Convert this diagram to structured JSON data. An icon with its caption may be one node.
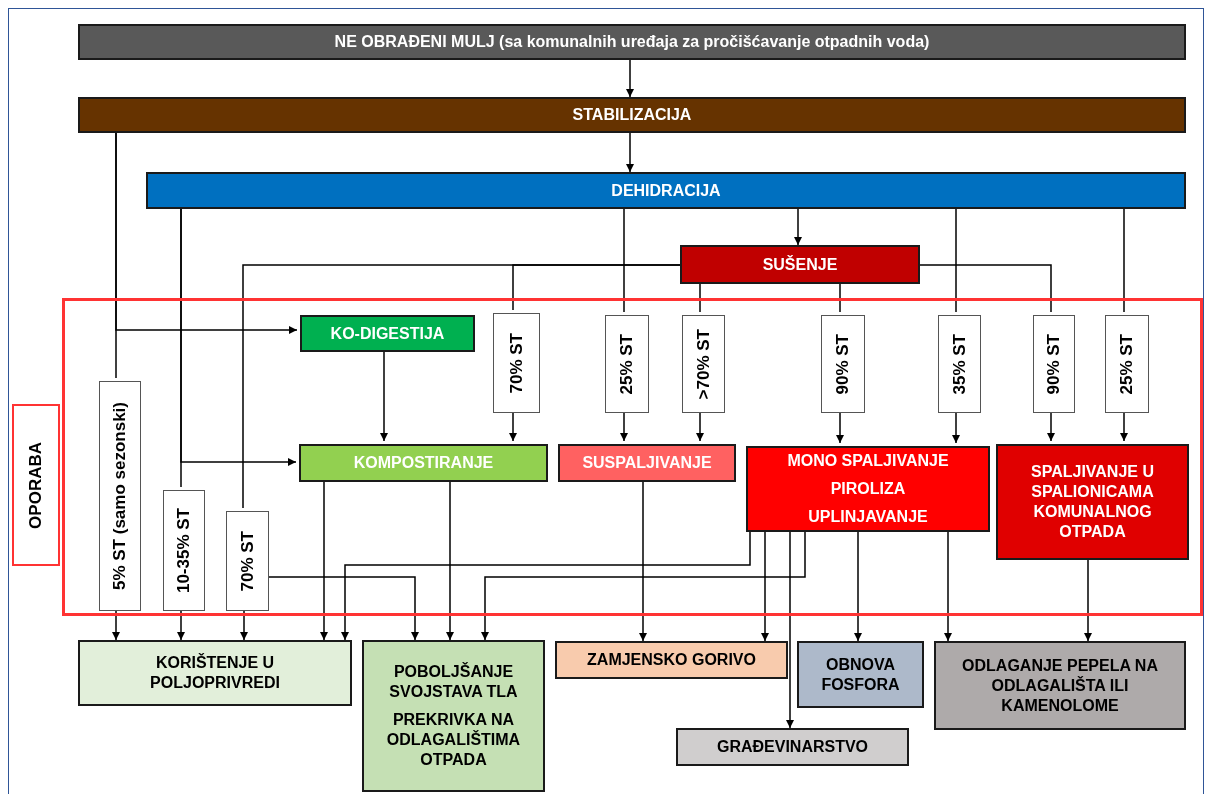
{
  "diagram": {
    "nodes": [
      {
        "text": [
          "NE OBRAĐENI MULJ (sa komunalnih uređaja za pročišćavanje otpadnih voda)"
        ]
      },
      {
        "text": [
          "STABILIZACIJA"
        ]
      },
      {
        "text": [
          "DEHIDRACIJA"
        ]
      },
      {
        "text": [
          "SUŠENJE"
        ]
      },
      {
        "text": [
          "OPORABA"
        ]
      },
      {
        "text": [],
        "shape": "box"
      },
      {
        "text": [
          "KO-DIGESTIJA"
        ],
        "in": 5
      },
      {
        "text": [
          "5% ST (samo sezonski)"
        ],
        "in": 5
      },
      {
        "text": [
          "10-35% ST"
        ],
        "in": 5
      },
      {
        "text": [
          "70% ST"
        ],
        "in": 5
      },
      {
        "text": [
          "70% ST"
        ],
        "in": 5
      },
      {
        "text": [
          "25% ST"
        ],
        "in": 5
      },
      {
        "text": [
          ">70% ST"
        ],
        "in": 5
      },
      {
        "text": [
          "90% ST"
        ],
        "in": 5
      },
      {
        "text": [
          "35% ST"
        ],
        "in": 5
      },
      {
        "text": [
          "90% ST"
        ],
        "in": 5
      },
      {
        "text": [
          "25% ST"
        ],
        "in": 5
      },
      {
        "text": [
          "KOMPOSTIRANJE"
        ],
        "in": 5
      },
      {
        "text": [
          "SUSPALJIVANJE"
        ],
        "in": 5
      },
      {
        "text": [
          "MONO SPALJIVANJE",
          "PIROLIZA",
          "UPLINJAVANJE"
        ],
        "in": 5
      },
      {
        "text": [
          "SPALJIVANJE U SPALIONICAMA KOMUNALNOG OTPADA"
        ],
        "in": 5
      },
      {
        "text": [
          "KORIŠTENJE U POLJOPRIVREDI"
        ]
      },
      {
        "text": [
          "POBOLJŠANJE SVOJSTAVA TLA",
          "PREKRIVKA NA ODLAGALIŠTIMA OTPADA"
        ]
      },
      {
        "text": [
          "ZAMJENSKO GORIVO"
        ]
      },
      {
        "text": [
          "OBNOVA FOSFORA"
        ]
      },
      {
        "text": [
          "ODLAGANJE PEPELA NA ODLAGALIŠTA ILI KAMENOLOME"
        ]
      },
      {
        "text": [
          "GRAĐEVINARSTVO"
        ]
      }
    ],
    "edges": [
      {
        "from": 0,
        "to": 1,
        "arrow": "to"
      },
      {
        "from": 1,
        "to": 2,
        "arrow": "to"
      },
      {
        "from": 2,
        "to": 3,
        "arrow": "to"
      },
      {
        "from": 1,
        "to": 7,
        "arrow": "none"
      },
      {
        "from": 1,
        "to": 6,
        "arrow": "to"
      },
      {
        "from": 2,
        "to": 8,
        "arrow": "none"
      },
      {
        "from": 2,
        "to": 17,
        "arrow": "to"
      },
      {
        "from": 3,
        "to": 9,
        "arrow": "none"
      },
      {
        "from": 3,
        "to": 10,
        "arrow": "none"
      },
      {
        "from": 2,
        "to": 11,
        "arrow": "none"
      },
      {
        "from": 3,
        "to": 12,
        "arrow": "none"
      },
      {
        "from": 3,
        "to": 13,
        "arrow": "none"
      },
      {
        "from": 2,
        "to": 14,
        "arrow": "none"
      },
      {
        "from": 3,
        "to": 15,
        "arrow": "none"
      },
      {
        "from": 2,
        "to": 16,
        "arrow": "none"
      },
      {
        "from": 6,
        "to": 17,
        "arrow": "to"
      },
      {
        "from": 10,
        "to": 17,
        "arrow": "to"
      },
      {
        "from": 11,
        "to": 18,
        "arrow": "to"
      },
      {
        "from": 12,
        "to": 18,
        "arrow": "to"
      },
      {
        "from": 13,
        "to": 19,
        "arrow": "to"
      },
      {
        "from": 14,
        "to": 19,
        "arrow": "to"
      },
      {
        "from": 15,
        "to": 20,
        "arrow": "to"
      },
      {
        "from": 16,
        "to": 20,
        "arrow": "to"
      },
      {
        "from": 7,
        "to": 21,
        "arrow": "to"
      },
      {
        "from": 8,
        "to": 21,
        "arrow": "to"
      },
      {
        "from": 9,
        "to": 21,
        "arrow": "to"
      },
      {
        "from": 17,
        "to": 21,
        "arrow": "to"
      },
      {
        "from": 19,
        "to": 21,
        "arrow": "to"
      },
      {
        "from": 9,
        "to": 22,
        "arrow": "to"
      },
      {
        "from": 17,
        "to": 22,
        "arrow": "to"
      },
      {
        "from": 19,
        "to": 22,
        "arrow": "to"
      },
      {
        "from": 18,
        "to": 23,
        "arrow": "to"
      },
      {
        "from": 19,
        "to": 23,
        "arrow": "to"
      },
      {
        "from": 19,
        "to": 26,
        "arrow": "to"
      },
      {
        "from": 19,
        "to": 24,
        "arrow": "to"
      },
      {
        "from": 19,
        "to": 25,
        "arrow": "to"
      },
      {
        "from": 20,
        "to": 25,
        "arrow": "to"
      }
    ]
  }
}
